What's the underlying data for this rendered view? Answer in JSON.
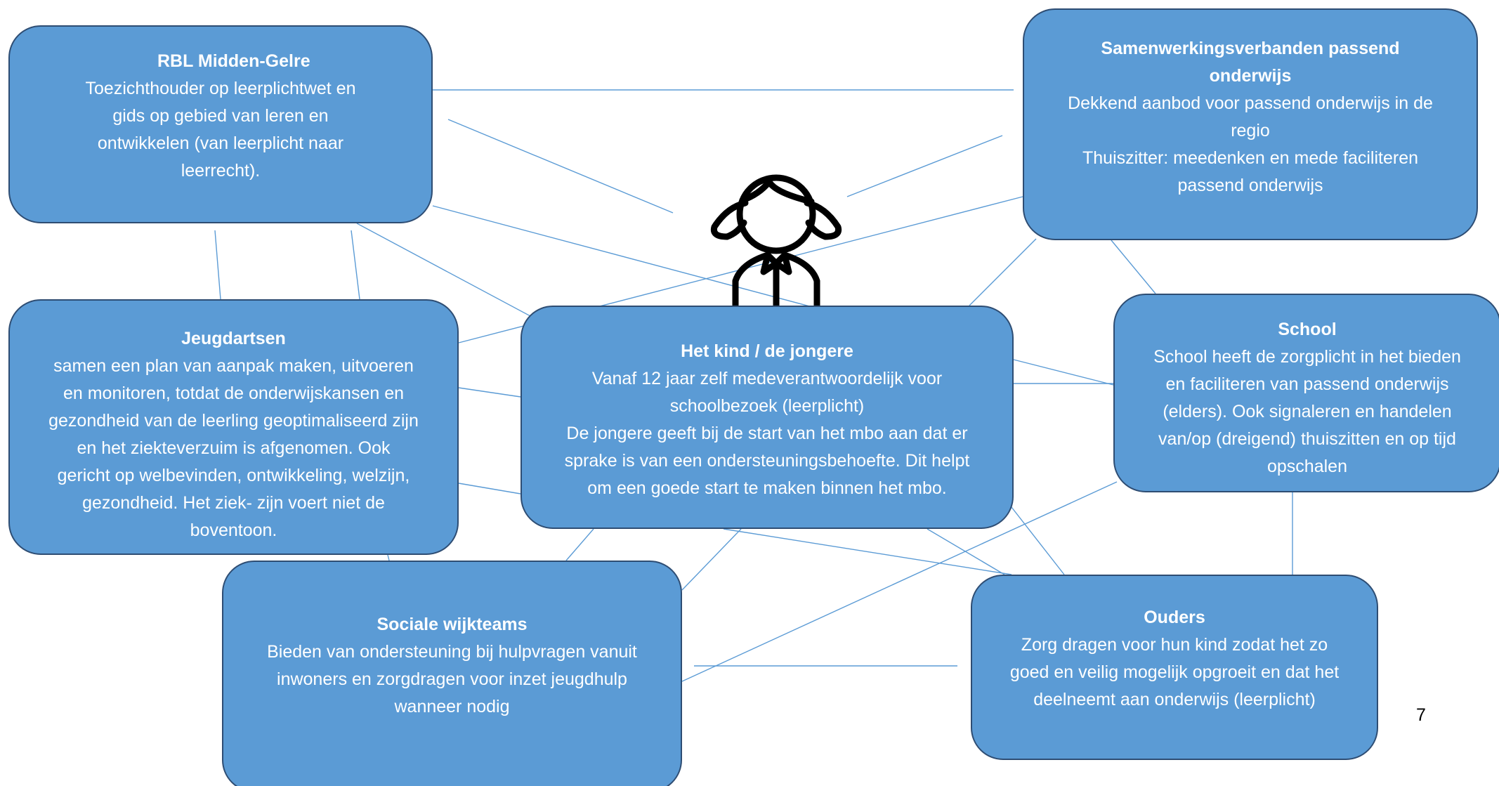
{
  "diagram": {
    "accent_color": "#5b9bd5",
    "border_color": "#2e4d73",
    "line_color": "#5b9bd5",
    "center_icon": "girl-child-icon",
    "nodes": {
      "rbl": {
        "title": "RBL Midden-Gelre",
        "body": "Toezichthouder op leerplichtwet en\ngids op gebied van leren en\nontwikkelen (van leerplicht naar\nleerrecht)."
      },
      "swv": {
        "title": "Samenwerkingsverbanden passend\nonderwijs",
        "body": "Dekkend aanbod voor passend onderwijs in de\nregio\nThuiszitter: meedenken en mede faciliteren\npassend onderwijs"
      },
      "jeugdartsen": {
        "title": "Jeugdartsen",
        "body": "samen een plan van aanpak maken, uitvoeren\nen monitoren, totdat de onderwijskansen en\ngezondheid van de leerling geoptimaliseerd zijn\nen het ziekteverzuim is afgenomen. Ook\ngericht op welbevinden, ontwikkeling, welzijn,\ngezondheid. Het  ziek- zijn voert niet de\nboventoon."
      },
      "kind": {
        "title": "Het kind / de jongere",
        "body": "Vanaf 12 jaar zelf medeverantwoordelijk voor\nschoolbezoek (leerplicht)\nDe jongere geeft bij de start van het mbo aan dat er\nsprake is van een ondersteuningsbehoefte. Dit helpt\nom een goede start te maken binnen het mbo."
      },
      "school": {
        "title": "School",
        "body": "School heeft de zorgplicht in het bieden\nen faciliteren van passend onderwijs\n(elders). Ook signaleren en handelen\nvan/op (dreigend) thuiszitten en op tijd\nopschalen"
      },
      "wijkteams": {
        "title": "Sociale wijkteams",
        "body": "Bieden van ondersteuning bij hulpvragen vanuit\ninwoners en zorgdragen voor inzet jeugdhulp\nwanneer nodig"
      },
      "ouders": {
        "title": "Ouders",
        "body": "Zorg dragen voor hun kind zodat het zo\ngoed en veilig mogelijk opgroeit en dat het\ndeelneemt aan onderwijs (leerplicht)"
      }
    }
  },
  "page": {
    "number": "7"
  }
}
